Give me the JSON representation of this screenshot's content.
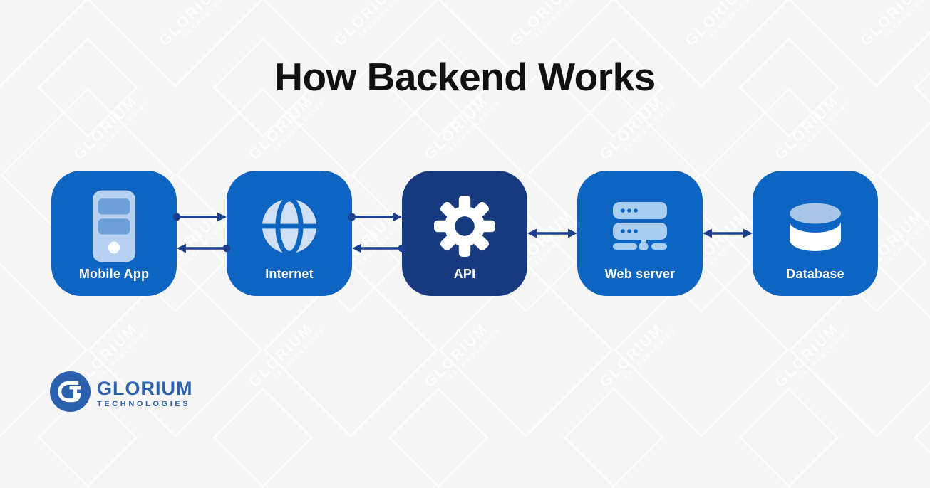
{
  "title": "How Backend Works",
  "watermark": {
    "line1": "GLORIUM",
    "line2": "TECHNOLOGIES"
  },
  "logo": {
    "monogram": "GT",
    "name": "GLORIUM",
    "sub": "TECHNOLOGIES"
  },
  "colors": {
    "background": "#f5f5f6",
    "title_color": "#111111",
    "box_blue": "#0d64c1",
    "box_dark": "#17397d",
    "arrow": "#1c3f8e",
    "label_color": "#ffffff",
    "icon_light": "#b5d0f0",
    "icon_mid": "#6d9fd8",
    "globe_light": "#cfe0f5",
    "server_bar": "#aacdf2",
    "db_top": "#a9c4e6",
    "logo_blue": "#2a60ae",
    "watermark_color": "#ffffff"
  },
  "diagram": {
    "nodes": [
      {
        "id": "mobile-app",
        "label": "Mobile App",
        "icon": "mobile-icon",
        "variant": "light"
      },
      {
        "id": "internet",
        "label": "Internet",
        "icon": "globe-icon",
        "variant": "light"
      },
      {
        "id": "api",
        "label": "API",
        "icon": "gear-icon",
        "variant": "dark"
      },
      {
        "id": "web-server",
        "label": "Web server",
        "icon": "server-icon",
        "variant": "light"
      },
      {
        "id": "database",
        "label": "Database",
        "icon": "database-icon",
        "variant": "light"
      }
    ],
    "connections": [
      {
        "from": "mobile-app",
        "to": "internet",
        "type": "request-response-pair"
      },
      {
        "from": "internet",
        "to": "api",
        "type": "request-response-pair"
      },
      {
        "from": "api",
        "to": "web-server",
        "type": "bidirectional"
      },
      {
        "from": "web-server",
        "to": "database",
        "type": "bidirectional"
      }
    ]
  }
}
